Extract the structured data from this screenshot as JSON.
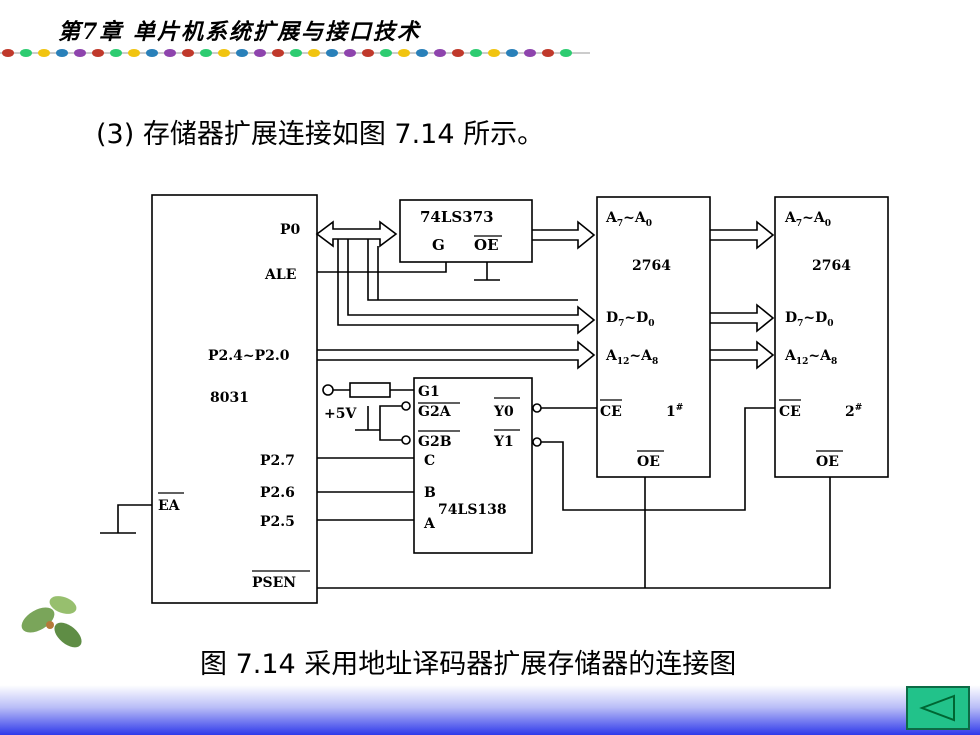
{
  "header": {
    "title": "第7章  单片机系统扩展与接口技术"
  },
  "subtitle": "(3) 存储器扩展连接如图 7.14 所示。",
  "caption": "图 7.14 采用地址译码器扩展存储器的连接图",
  "colors": {
    "accent_bar": "#2f39ea",
    "nav_button": "#22c28a"
  },
  "nav": {
    "icon": "triangle-left-icon"
  },
  "diagram": {
    "cpu": {
      "name": "8031",
      "pins": {
        "p0": "P0",
        "ale": "ALE",
        "p2_range": "P2.4~P2.0",
        "p27": "P2.7",
        "p26": "P2.6",
        "p25": "P2.5",
        "ea": "EA",
        "psen": "PSEN"
      }
    },
    "latch": {
      "name": "74LS373",
      "g": "G",
      "oe": "OE"
    },
    "decoder": {
      "name": "74LS138",
      "g1": "G1",
      "g2a": "G2A",
      "g2b": "G2B",
      "y0": "Y0",
      "y1": "Y1",
      "c": "C",
      "b": "B",
      "a": "A",
      "vcc": "+5V"
    },
    "rom1": {
      "name": "2764",
      "addr_low": "A",
      "addr_low_sub1": "7",
      "addr_low_sep": "~A",
      "addr_low_sub2": "0",
      "data": "D",
      "data_sub1": "7",
      "data_sep": "~D",
      "data_sub2": "0",
      "addr_high": "A",
      "addr_high_sub1": "12",
      "addr_high_sep": "~A",
      "addr_high_sub2": "8",
      "ce": "CE",
      "oe": "OE",
      "id": "1",
      "id_mark": "#"
    },
    "rom2": {
      "name": "2764",
      "addr_low": "A",
      "addr_low_sub1": "7",
      "addr_low_sep": "~A",
      "addr_low_sub2": "0",
      "data": "D",
      "data_sub1": "7",
      "data_sep": "~D",
      "data_sub2": "0",
      "addr_high": "A",
      "addr_high_sub1": "12",
      "addr_high_sep": "~A",
      "addr_high_sub2": "8",
      "ce": "CE",
      "oe": "OE",
      "id": "2",
      "id_mark": "#"
    }
  }
}
